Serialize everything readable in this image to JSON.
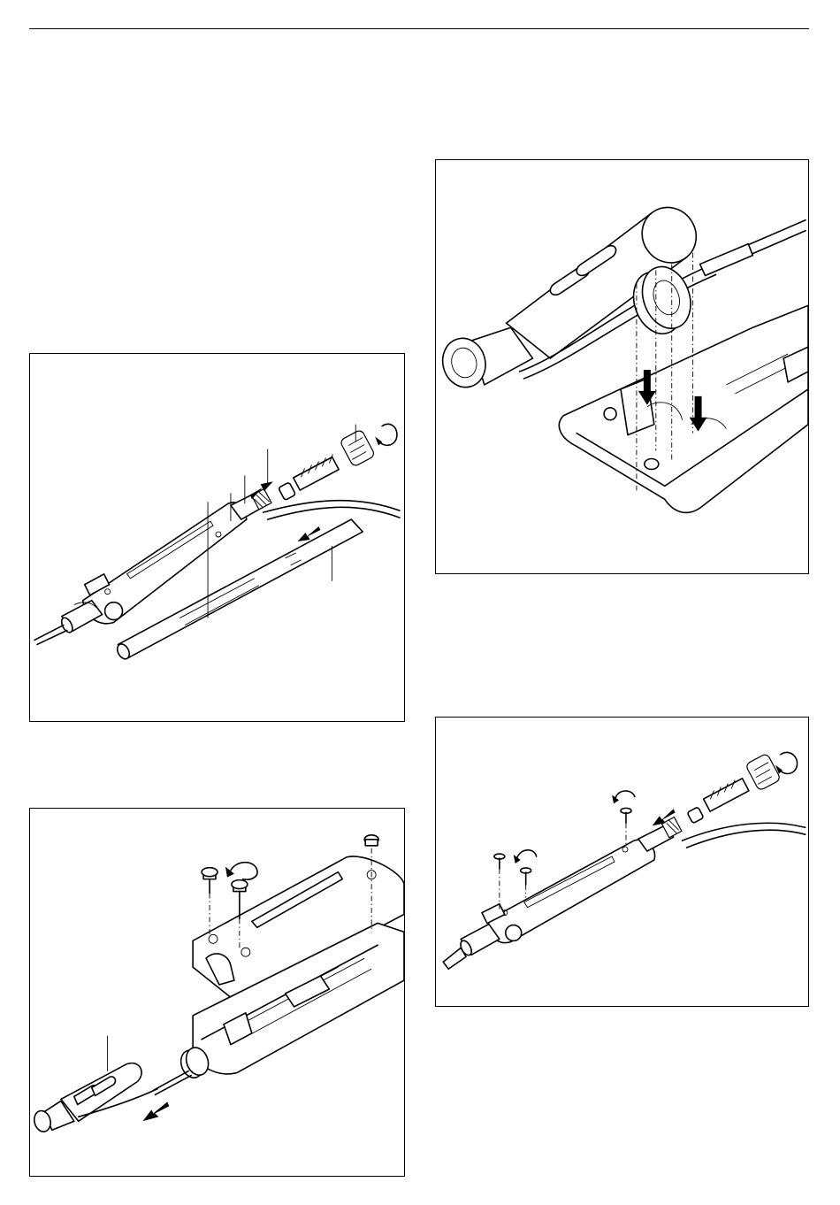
{
  "page": {
    "header_rule": "horizontal rule",
    "figures": [
      {
        "id": "fig-a",
        "illustration": "soldering-iron-tip-and-heater-removal",
        "arrows": [
          "turn-arrow",
          "push-arrow",
          "pull-arrow"
        ]
      },
      {
        "id": "fig-b",
        "illustration": "heater-cartridge-insertion-into-housing",
        "arrows": [
          "down-arrow",
          "down-arrow"
        ]
      },
      {
        "id": "fig-c",
        "illustration": "handle-cover-screw-removal",
        "arrows": [
          "turn-arrow",
          "pull-arrow"
        ]
      },
      {
        "id": "fig-d",
        "illustration": "handle-reassembly-with-screws",
        "arrows": [
          "turn-arrow",
          "turn-arrow",
          "turn-arrow",
          "push-arrow"
        ]
      }
    ]
  },
  "colors": {
    "line": "#000000",
    "paper": "#ffffff"
  }
}
